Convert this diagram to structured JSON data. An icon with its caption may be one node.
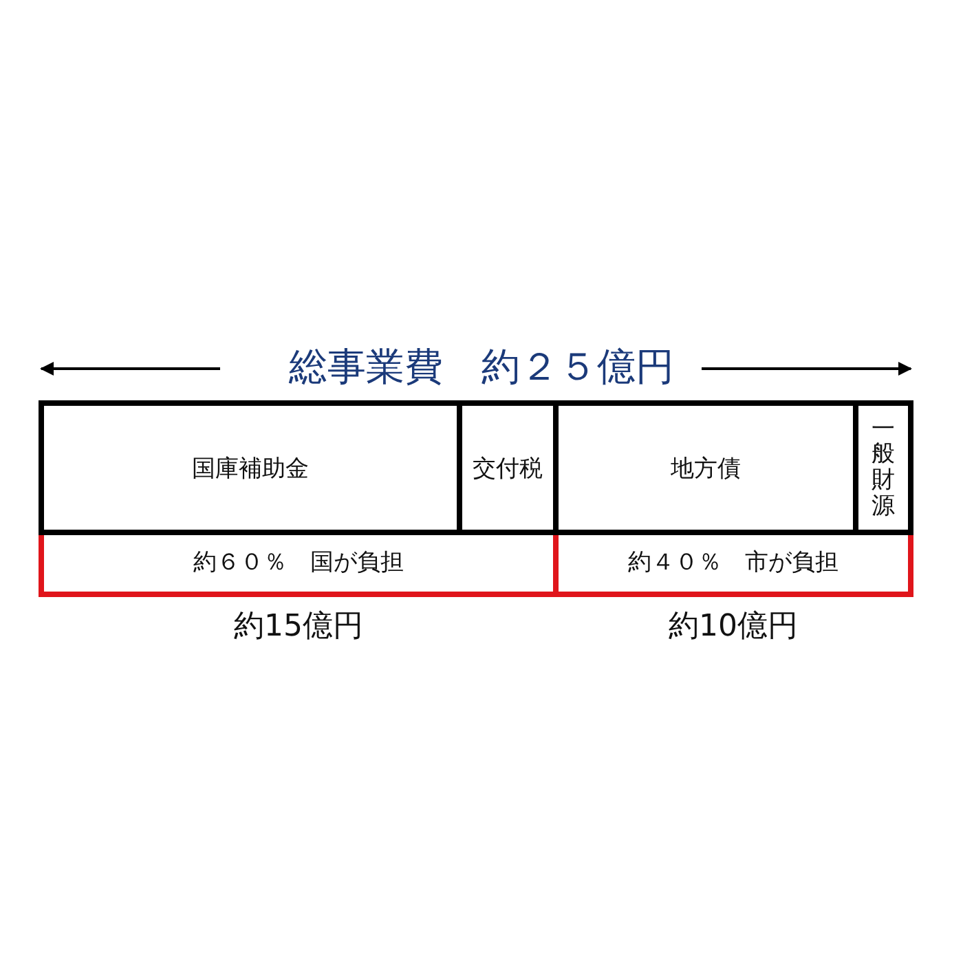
{
  "diagram": {
    "title": "総事業費　約２５億円",
    "nodes": [
      {
        "text": [
          "国庫補助金"
        ]
      },
      {
        "text": [
          "交付税"
        ]
      },
      {
        "text": [
          "地方債"
        ]
      },
      {
        "text": [
          "一般財源"
        ]
      },
      {
        "text": [
          "約６０％　国が負担"
        ],
        "beside": [
          "約15億円"
        ]
      },
      {
        "text": [
          "約４０％　市が負担"
        ],
        "beside": [
          "約10億円"
        ]
      }
    ]
  }
}
